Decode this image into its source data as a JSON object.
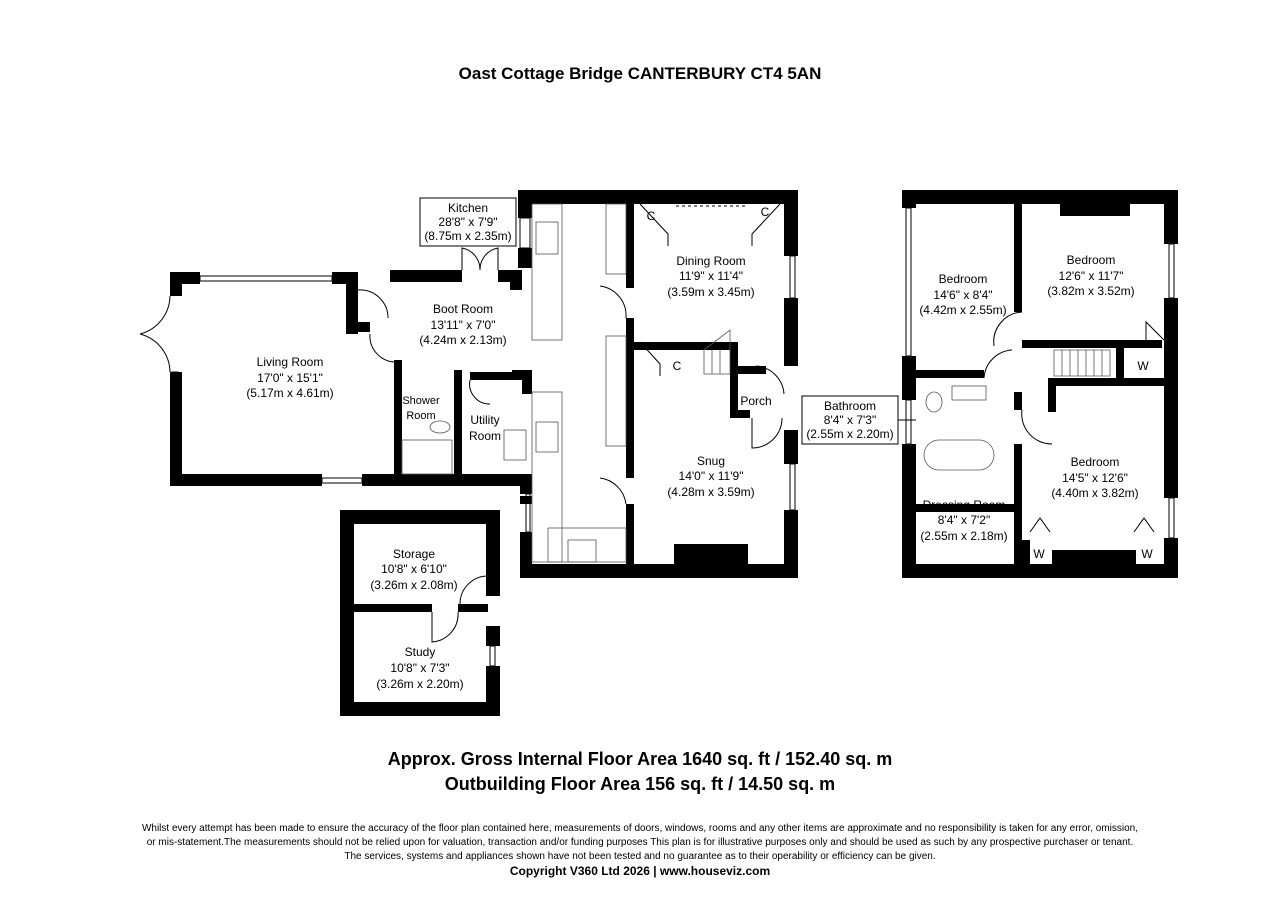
{
  "title": "Oast Cottage Bridge CANTERBURY CT4 5AN",
  "rooms": {
    "kitchen": {
      "name": "Kitchen",
      "imperial": "28'8\" x 7'9\"",
      "metric": "(8.75m x 2.35m)"
    },
    "dining_room": {
      "name": "Dining Room",
      "imperial": "11'9\" x 11'4\"",
      "metric": "(3.59m x 3.45m)"
    },
    "boot_room": {
      "name": "Boot Room",
      "imperial": "13'11\" x 7'0\"",
      "metric": "(4.24m x 2.13m)"
    },
    "living_room": {
      "name": "Living Room",
      "imperial": "17'0\" x 15'1\"",
      "metric": "(5.17m x 4.61m)"
    },
    "shower_room": {
      "line1": "Shower",
      "line2": "Room"
    },
    "utility_room": {
      "line1": "Utility",
      "line2": "Room"
    },
    "porch": {
      "name": "Porch"
    },
    "snug": {
      "name": "Snug",
      "imperial": "14'0\" x 11'9\"",
      "metric": "(4.28m x 3.59m)"
    },
    "storage": {
      "name": "Storage",
      "imperial": "10'8\" x 6'10\"",
      "metric": "(3.26m x 2.08m)"
    },
    "study": {
      "name": "Study",
      "imperial": "10'8\" x 7'3\"",
      "metric": "(3.26m x 2.20m)"
    },
    "bedroom_1": {
      "name": "Bedroom",
      "imperial": "14'6\" x 8'4\"",
      "metric": "(4.42m x 2.55m)"
    },
    "bedroom_2": {
      "name": "Bedroom",
      "imperial": "12'6\" x 11'7\"",
      "metric": "(3.82m x 3.52m)"
    },
    "bathroom": {
      "name": "Bathroom",
      "imperial": "8'4\" x 7'3\"",
      "metric": "(2.55m x 2.20m)"
    },
    "bedroom_3": {
      "name": "Bedroom",
      "imperial": "14'5\" x 12'6\"",
      "metric": "(4.40m x 3.82m)"
    },
    "dressing_room": {
      "name": "Dressing Room",
      "imperial": "8'4\" x 7'2\"",
      "metric": "(2.55m x 2.18m)"
    }
  },
  "cupboard_label": "C",
  "wardrobe_label": "W",
  "area_line1": "Approx. Gross Internal Floor Area 1640 sq. ft / 152.40 sq. m",
  "area_line2": "Outbuilding Floor Area 156 sq. ft / 14.50 sq. m",
  "disclaimer": [
    "Whilst every attempt has been made to ensure the accuracy of the floor plan contained here, measurements of doors, windows, rooms and any other items are approximate and no responsibility is taken for any error, omission,",
    "or mis-statement.The measurements should not be relied upon for valuation, transaction and/or funding purposes This plan is for illustrative purposes only and should be used as such by any prospective purchaser or tenant.",
    "The services, systems and appliances shown have not been tested and no guarantee as to their operability or efficiency can be given."
  ],
  "copyright": "Copyright V360 Ltd 2026 | www.houseviz.com"
}
